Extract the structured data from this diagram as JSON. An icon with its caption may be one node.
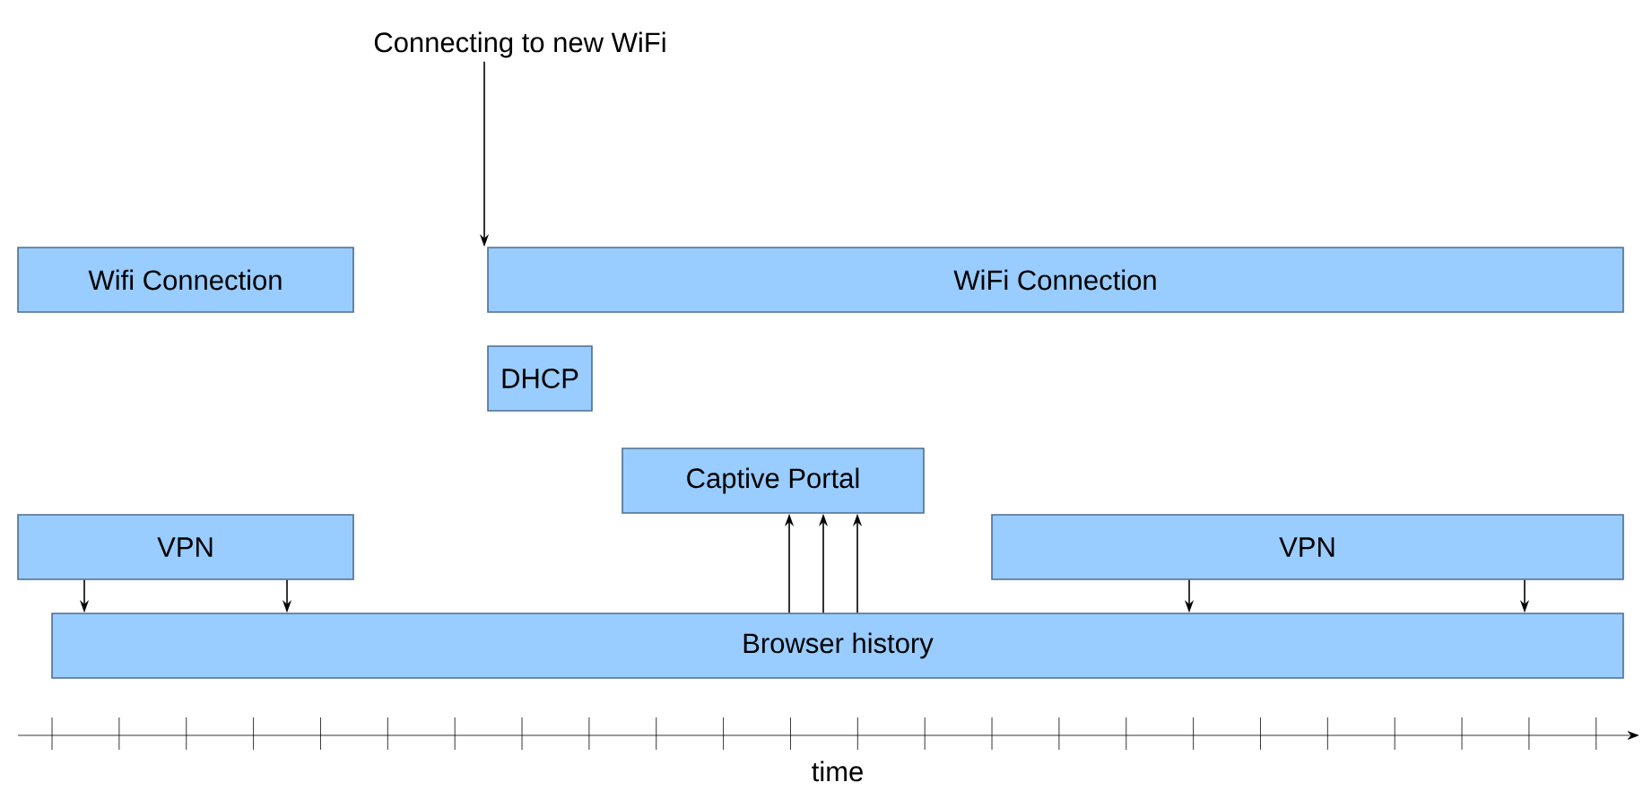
{
  "diagram": {
    "nodes": [
      {
        "text": [
          "Connecting to new WiFi"
        ]
      },
      {
        "text": [
          "Wifi Connection"
        ]
      },
      {
        "text": [
          "WiFi Connection"
        ]
      },
      {
        "text": [
          "DHCP"
        ]
      },
      {
        "text": [
          "Captive Portal"
        ]
      },
      {
        "text": [
          "VPN"
        ]
      },
      {
        "text": [
          "VPN"
        ]
      },
      {
        "text": [
          "Browser history"
        ]
      }
    ],
    "edges": [
      {
        "from": 0,
        "to": 2,
        "arrow": "to"
      },
      {
        "from": 5,
        "to": 7,
        "arrow": "to"
      },
      {
        "from": 5,
        "to": 7,
        "arrow": "to"
      },
      {
        "from": 6,
        "to": 7,
        "arrow": "to"
      },
      {
        "from": 6,
        "to": 7,
        "arrow": "to"
      },
      {
        "from": 7,
        "to": 4,
        "arrow": "to"
      },
      {
        "from": 7,
        "to": 4,
        "arrow": "to"
      },
      {
        "from": 7,
        "to": 4,
        "arrow": "to"
      }
    ],
    "labels": [
      "time"
    ]
  }
}
